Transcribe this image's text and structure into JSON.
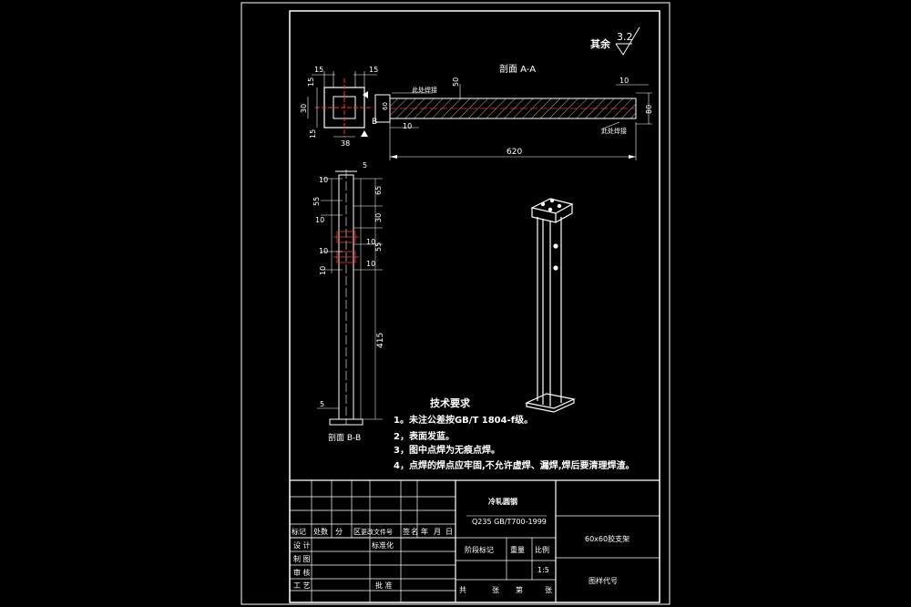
{
  "drawing": {
    "roughness_label": "其余",
    "roughness_value": "3.2",
    "section_aa": "剖面 A-A",
    "section_bb": "剖面 B-B",
    "weld_note": "此处焊接",
    "dims_top": {
      "d15a": "15",
      "d15b": "15",
      "d15c": "15",
      "d30": "30",
      "d15d": "15",
      "d38": "38",
      "d60": "60",
      "dB": "B"
    },
    "dims_aa": {
      "d50": "50",
      "d10a": "10",
      "d10b": "10",
      "d80": "80",
      "d620": "620"
    },
    "dims_bb": {
      "d5a": "5",
      "d10a": "10",
      "d65": "65",
      "d55a": "55",
      "d10b": "10",
      "d30": "30",
      "d10c": "10",
      "d10d": "10",
      "d55b": "55",
      "d10e": "10",
      "d10f": "10",
      "d415": "415",
      "d5b": "5"
    }
  },
  "notes": {
    "title": "技术要求",
    "items": [
      "1。未注公差按GB/T 1804-f级。",
      "2，表面发蓝。",
      "3，图中点焊为无痕点焊。",
      "4，点焊的焊点应牢固,不允许虚焊、漏焊,焊后要清理焊渣。"
    ]
  },
  "title_block": {
    "material_name": "冷轧圆钢",
    "material_spec": "Q235  GB/T700-1999",
    "part_name": "60x60胶支架",
    "drawing_code": "图样代号",
    "header_row": [
      "标记",
      "处数",
      "分",
      "区",
      "更改文件号",
      "签",
      "名",
      "年",
      "月",
      "日"
    ],
    "roles": [
      "设 计",
      "制 图",
      "审 核",
      "工 艺"
    ],
    "standardize": "标准化",
    "approve": "批 准",
    "stage_mark": "阶段标记",
    "weight": "重量",
    "scale_label": "比例",
    "scale_value": "1:5",
    "sheet": [
      "共",
      "张",
      "第",
      "张"
    ]
  },
  "colors": {
    "line": "#ffffff",
    "center": "#ff3030",
    "background": "#000000"
  }
}
